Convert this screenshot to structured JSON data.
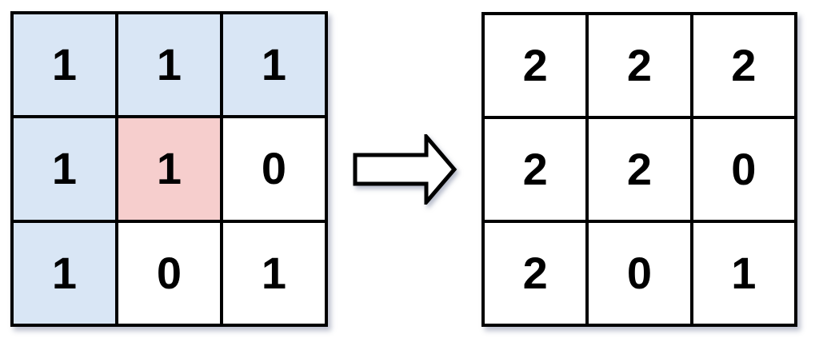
{
  "diagram": {
    "kind": "matrix-transformation",
    "arrow": {
      "direction": "right"
    }
  },
  "colors": {
    "cell_blue": "#d9e6f5",
    "cell_pink": "#f6cecd",
    "grid_border": "#000000"
  },
  "left_grid": {
    "cells": [
      {
        "value": "1",
        "highlight": "blue"
      },
      {
        "value": "1",
        "highlight": "blue"
      },
      {
        "value": "1",
        "highlight": "blue"
      },
      {
        "value": "1",
        "highlight": "blue"
      },
      {
        "value": "1",
        "highlight": "pink"
      },
      {
        "value": "0",
        "highlight": "white"
      },
      {
        "value": "1",
        "highlight": "blue"
      },
      {
        "value": "0",
        "highlight": "white"
      },
      {
        "value": "1",
        "highlight": "white"
      }
    ]
  },
  "right_grid": {
    "cells": [
      {
        "value": "2",
        "highlight": "white"
      },
      {
        "value": "2",
        "highlight": "white"
      },
      {
        "value": "2",
        "highlight": "white"
      },
      {
        "value": "2",
        "highlight": "white"
      },
      {
        "value": "2",
        "highlight": "white"
      },
      {
        "value": "0",
        "highlight": "white"
      },
      {
        "value": "2",
        "highlight": "white"
      },
      {
        "value": "0",
        "highlight": "white"
      },
      {
        "value": "1",
        "highlight": "white"
      }
    ]
  }
}
